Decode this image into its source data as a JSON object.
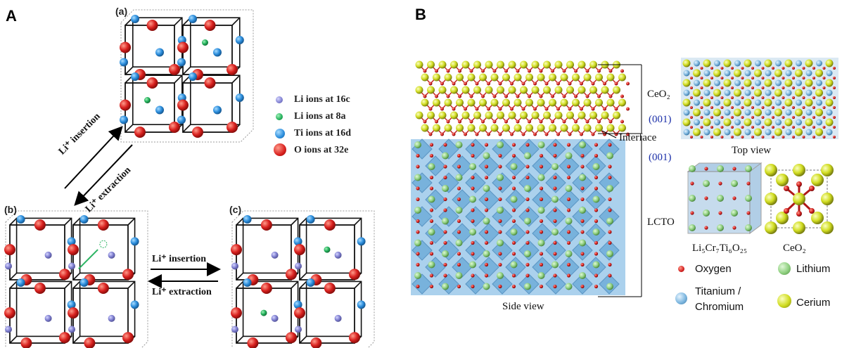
{
  "panel_a": {
    "letter": "A",
    "sub_a": "(a)",
    "sub_b": "(b)",
    "sub_c": "(c)",
    "legend": [
      {
        "label": "Li ions at 16c",
        "color": "#8f8ed8"
      },
      {
        "label": "Li ions at 8a",
        "color": "#2cb463"
      },
      {
        "label": "Ti ions at 16d",
        "color": "#2f8fd8"
      },
      {
        "label": "O ions at 32e",
        "color": "#d8201e"
      }
    ],
    "diag_insertion": "Li⁺ insertion",
    "diag_extraction": "Li⁺ extraction",
    "horiz_insertion": "Li⁺ insertion",
    "horiz_extraction": "Li⁺ extraction"
  },
  "panel_b": {
    "letter": "B",
    "ceo2_label": "CeO₂",
    "face_top": "(001)",
    "interface_label": "Interface",
    "face_bottom": "(001)",
    "lcto_label": "LCTO",
    "side_view": "Side view",
    "top_view": "Top view",
    "lcto_formula": "Li₅Cr₇Ti₆O₂₅",
    "ceo2_cell": "CeO₂",
    "legend": [
      {
        "label": "Oxygen",
        "color": "#d42020"
      },
      {
        "label": "Lithium",
        "color": "#8fd080"
      },
      {
        "label": "Titanium /\nChromium",
        "color": "#7fb8e0"
      },
      {
        "label": "Cerium",
        "color": "#d8e030"
      }
    ]
  }
}
